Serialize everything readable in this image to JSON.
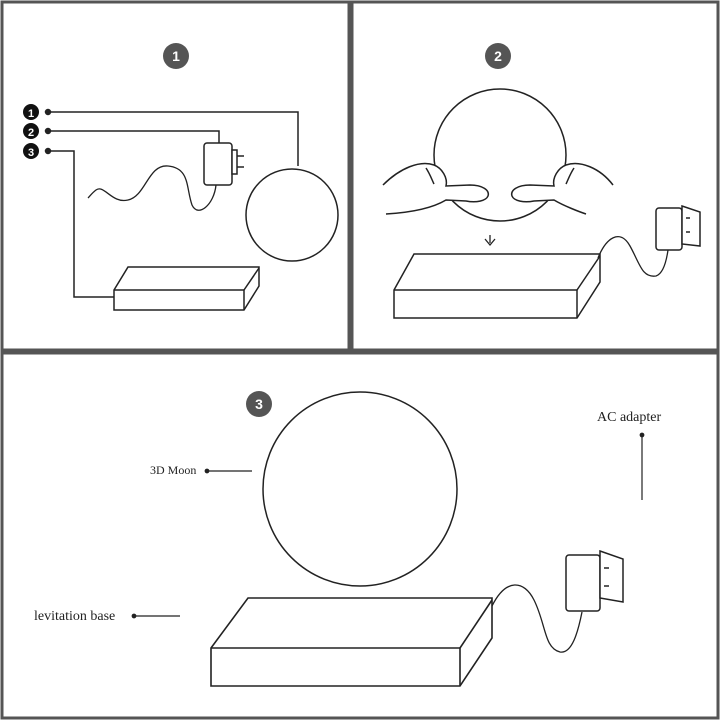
{
  "colors": {
    "frame": "#555555",
    "line": "#222222",
    "badge": "#555555",
    "badge_text": "#ffffff"
  },
  "panels": [
    {
      "step": "1"
    },
    {
      "step": "2"
    },
    {
      "step": "3"
    }
  ],
  "panel1": {
    "list_numbers": [
      "1",
      "2",
      "3"
    ]
  },
  "panel3": {
    "labels": {
      "moon": "3D  Moon",
      "base": "levitation base",
      "adapter": "AC adapter"
    }
  }
}
